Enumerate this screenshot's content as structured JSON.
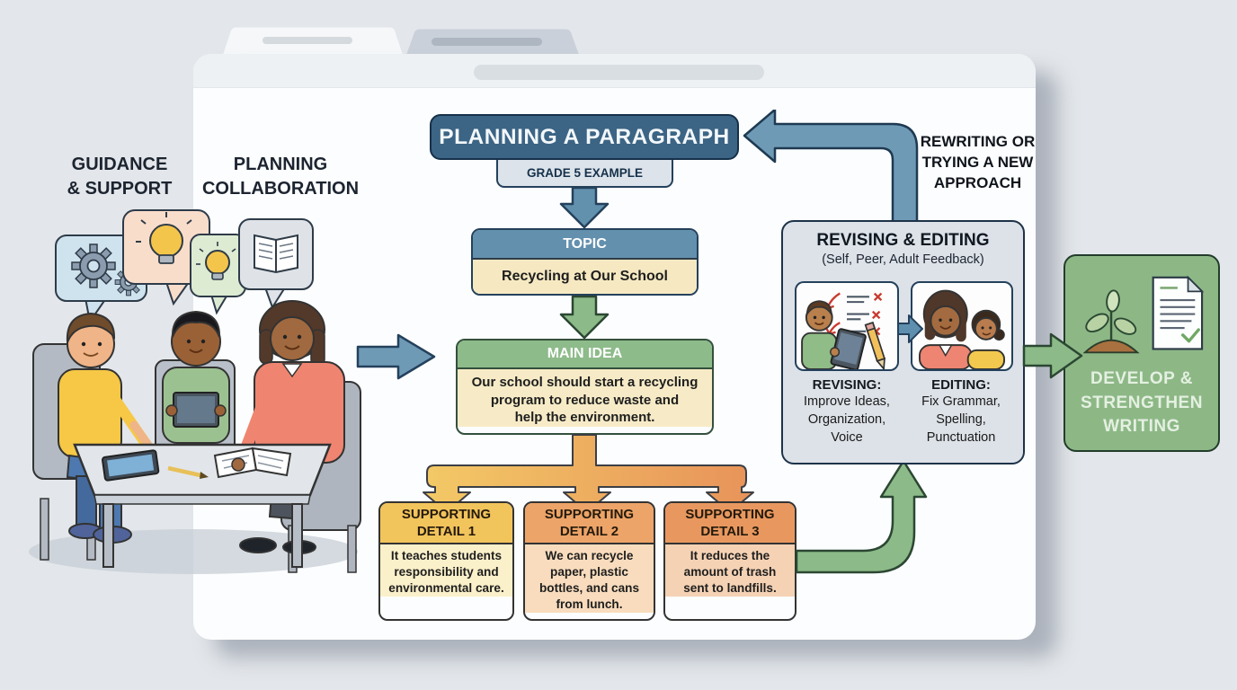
{
  "labels": {
    "guidance": "GUIDANCE\n& SUPPORT",
    "planning": "PLANNING\nCOLLABORATION",
    "rewriting": "REWRITING OR\nTRYING A NEW\nAPPROACH"
  },
  "flowchart": {
    "title": "PLANNING A PARAGRAPH",
    "grade_tag": "GRADE 5 EXAMPLE",
    "topic": {
      "header": "TOPIC",
      "body": "Recycling at Our School"
    },
    "main_idea": {
      "header": "MAIN IDEA",
      "body": "Our school should start a recycling\nprogram to reduce waste and\nhelp the environment."
    },
    "supporting_details": [
      {
        "header": "SUPPORTING\nDETAIL 1",
        "body": "It teaches students\nresponsibility and\nenvironmental care."
      },
      {
        "header": "SUPPORTING\nDETAIL 2",
        "body": "We can recycle\npaper, plastic\nbottles, and cans\nfrom lunch."
      },
      {
        "header": "SUPPORTING\nDETAIL 3",
        "body": "It reduces the\namount of trash\nsent to landfills."
      }
    ]
  },
  "revising_panel": {
    "title": "REVISING & EDITING",
    "subtitle": "(Self, Peer, Adult Feedback)",
    "revising_label": "REVISING:",
    "revising_detail": "Improve Ideas,\nOrganization,\nVoice",
    "editing_label": "EDITING:",
    "editing_detail": "Fix Grammar,\nSpelling,\nPunctuation"
  },
  "develop_box": {
    "label": "DEVELOP &\nSTRENGTHEN\nWRITING"
  },
  "icons": {
    "speech_bubbles": [
      "gears-icon",
      "lightbulb-icon",
      "lightbulb-icon",
      "open-book-icon"
    ],
    "develop": [
      "sprout-icon",
      "document-check-icon"
    ],
    "revising_card": "student-tablet-checklist-illustration",
    "editing_card": "teacher-and-student-illustration",
    "left_scene": "students-and-teacher-at-table-illustration"
  },
  "colors": {
    "background": "#e3e6ea",
    "window": "#fcfdfe",
    "title_box": "#3c6484",
    "steel_blue_arrow": "#6f9ab6",
    "green_arrow": "#8cba88",
    "topic_header": "#6290ad",
    "cream_body": "#f6e9c2",
    "main_idea_header": "#8dbb8a",
    "detail1_header": "#f2c45c",
    "detail2_header": "#eda468",
    "detail3_header": "#e8985f",
    "panel": "#dde2e8",
    "develop_box": "#8db886"
  }
}
